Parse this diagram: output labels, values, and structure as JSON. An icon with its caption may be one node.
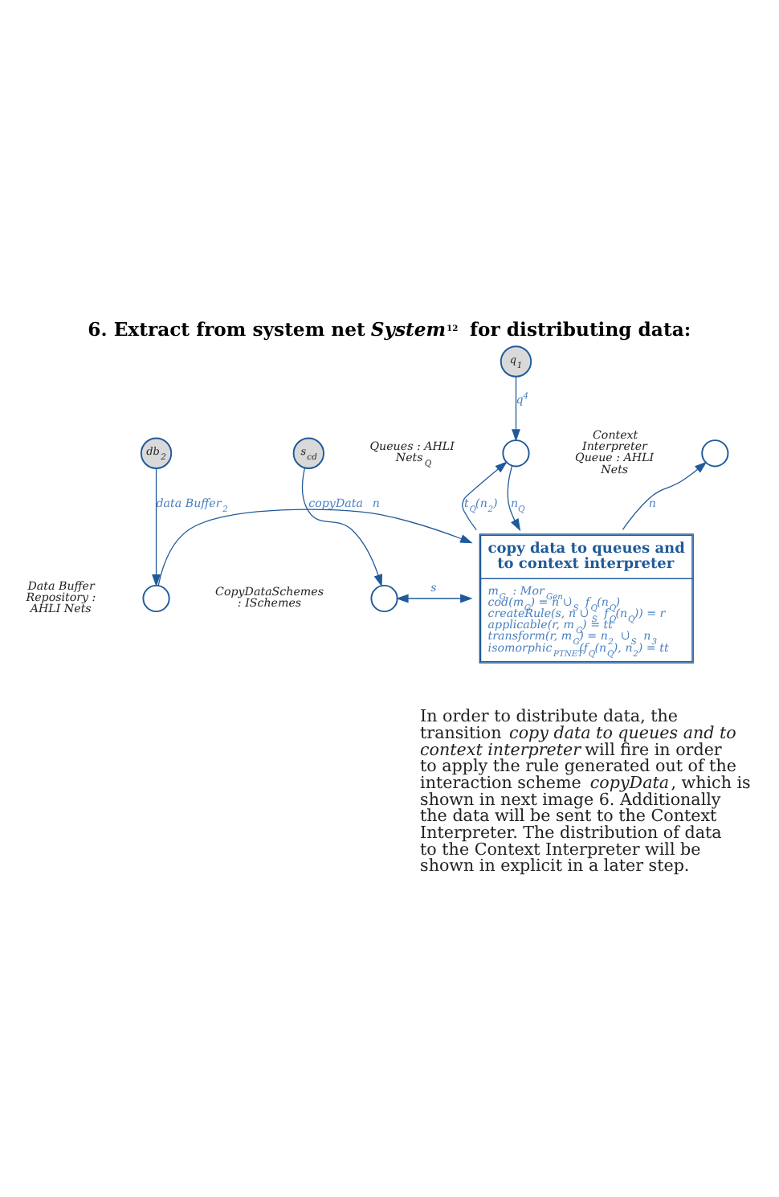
{
  "diagram": {
    "title": "6. Extract from system net *System*$^{12}$ for distributing data:",
    "caption": "In order to distribute data, the transition *copy data to queues and to context interpreter* will fire in order to apply the rule generated out of the interaction scheme *copyData*, which is shown in next image 6. Additionally the data will be sent to the Context Interpreter. The distribution of data to the Context Interpreter will be shown in explicit in a later step.",
    "nodes": [
      {
        "text": [
          "q$_{1}$"
        ]
      },
      {
        "text": [],
        "shape": "circle",
        "beside": [
          "Queues : AHLI Nets$_{Q}$"
        ]
      },
      {
        "text": [],
        "shape": "circle",
        "beside": [
          "Context Interpreter Queue : AHLI Nets"
        ]
      },
      {
        "text": [
          "db$_{2}$"
        ]
      },
      {
        "text": [],
        "shape": "circle",
        "beside": [
          "Data Buffer Repository : AHLI Nets"
        ]
      },
      {
        "text": [
          "copy data to queues and to context interpreter",
          "m$_{G}$ : Mor$_{Gen}$",
          "cod(m$_{G}$) = n ∪̇$_{S}$ f$_{Q}$(n$_{Q}$)",
          "createRule(s, n ∪̇$_{S}$ f$_{Q}$(n$_{Q}$)) = r",
          "applicable(r, m$_{G}$) = tt",
          "transform(r, m$_{G}$) = n$_{2}$ ∪̇$_{S}$ n$_{3}$",
          "isomorphic$_{PTNET}$(f$_{Q}$(n$_{Q}$), n$_{2}$) = tt"
        ]
      },
      {
        "text": [
          "s$_{cd}$"
        ]
      },
      {
        "text": [],
        "shape": "circle",
        "beside": [
          "CopyDataSchemes : ISchemes"
        ]
      }
    ],
    "edges": [
      {
        "from": 0,
        "to": 1,
        "arrow": "to",
        "label": "q$^{4}$"
      },
      {
        "from": 1,
        "to": 5,
        "arrow": "to",
        "label": "n$_{Q}$"
      },
      {
        "from": 5,
        "to": 1,
        "arrow": "to",
        "label": "t$_{Q}$(n$_{2}$)"
      },
      {
        "from": 5,
        "to": 2,
        "arrow": "to",
        "label": "n"
      },
      {
        "from": 3,
        "to": 4,
        "arrow": "to",
        "label": "data Buffer$_{2}$"
      },
      {
        "from": 4,
        "to": 5,
        "arrow": "to",
        "label": "n"
      },
      {
        "from": 7,
        "to": 5,
        "arrow": "both",
        "label": "s"
      },
      {
        "from": 6,
        "to": 7,
        "arrow": "to",
        "label": "copyData"
      }
    ]
  }
}
